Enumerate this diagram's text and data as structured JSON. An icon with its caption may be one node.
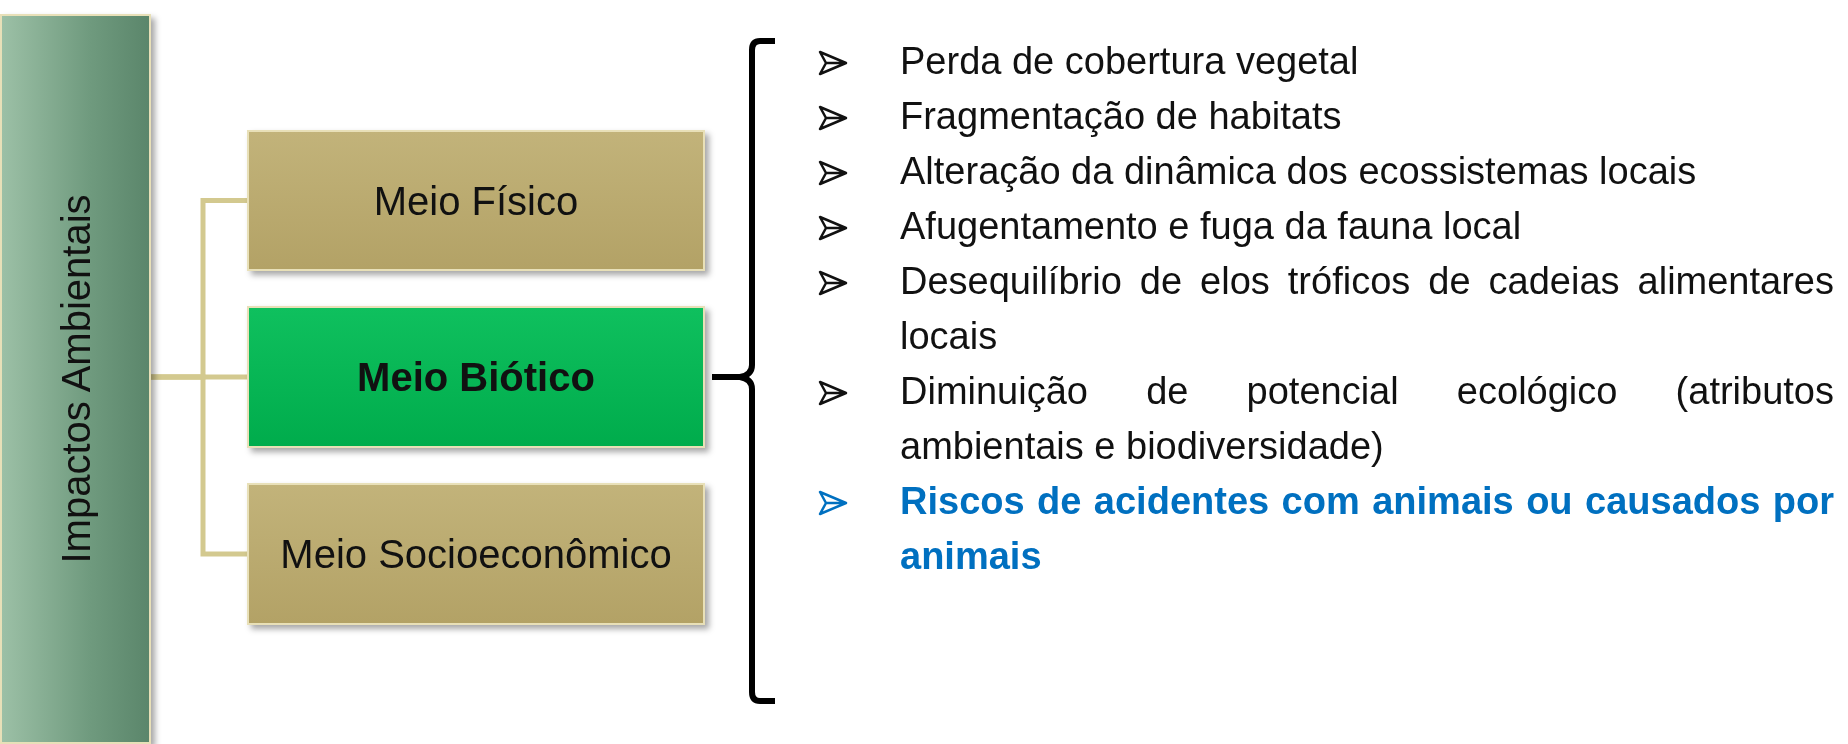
{
  "diagram": {
    "nodes": [
      {
        "text": [
          "Impactos Ambientais"
        ]
      },
      {
        "text": [
          "Meio Físico"
        ]
      },
      {
        "text": [
          "Meio Biótico"
        ]
      },
      {
        "text": [
          "Meio Socioeconômico"
        ]
      }
    ],
    "edges": [
      {
        "from": 0,
        "to": 1,
        "arrow": "none"
      },
      {
        "from": 0,
        "to": 2,
        "arrow": "none"
      },
      {
        "from": 0,
        "to": 3,
        "arrow": "none"
      }
    ],
    "labels": [
      "Perda de cobertura vegetal",
      "Fragmentação de habitats",
      "Alteração da dinâmica dos ecossistemas locais",
      "Afugentamento e fuga da fauna local",
      "Desequilíbrio de elos tróficos de cadeias alimentares locais",
      "Diminuição de potencial ecológico (atributos ambientais e biodiversidade)",
      "Riscos de acidentes com animais ou causados por animais"
    ]
  }
}
